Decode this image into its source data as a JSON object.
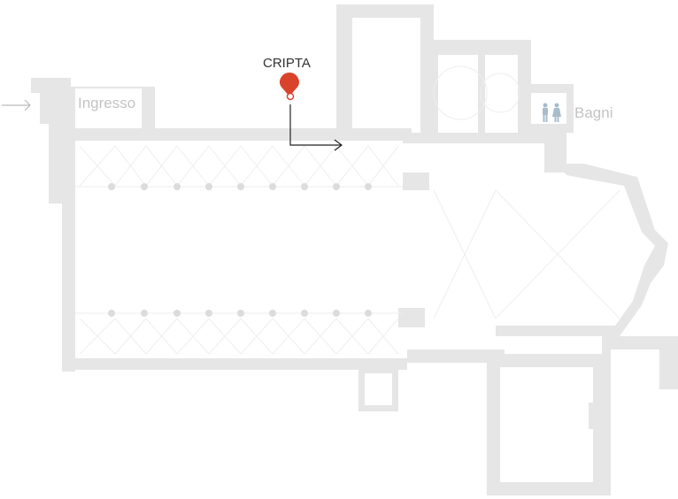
{
  "labels": {
    "entrance": "Ingresso",
    "bathrooms": "Bagni",
    "crypt": "CRIPTA"
  },
  "icons": {
    "entrance_arrow": "arrow-right-icon",
    "bathrooms": "restroom-icon",
    "marker": "map-pin-icon",
    "route": "route-arrow-icon"
  },
  "colors": {
    "walls": "#e6e6e6",
    "marker": "#d9432a",
    "route": "#222222",
    "label": "#c4c4c4",
    "restroom_icon": "#a8bccb"
  }
}
